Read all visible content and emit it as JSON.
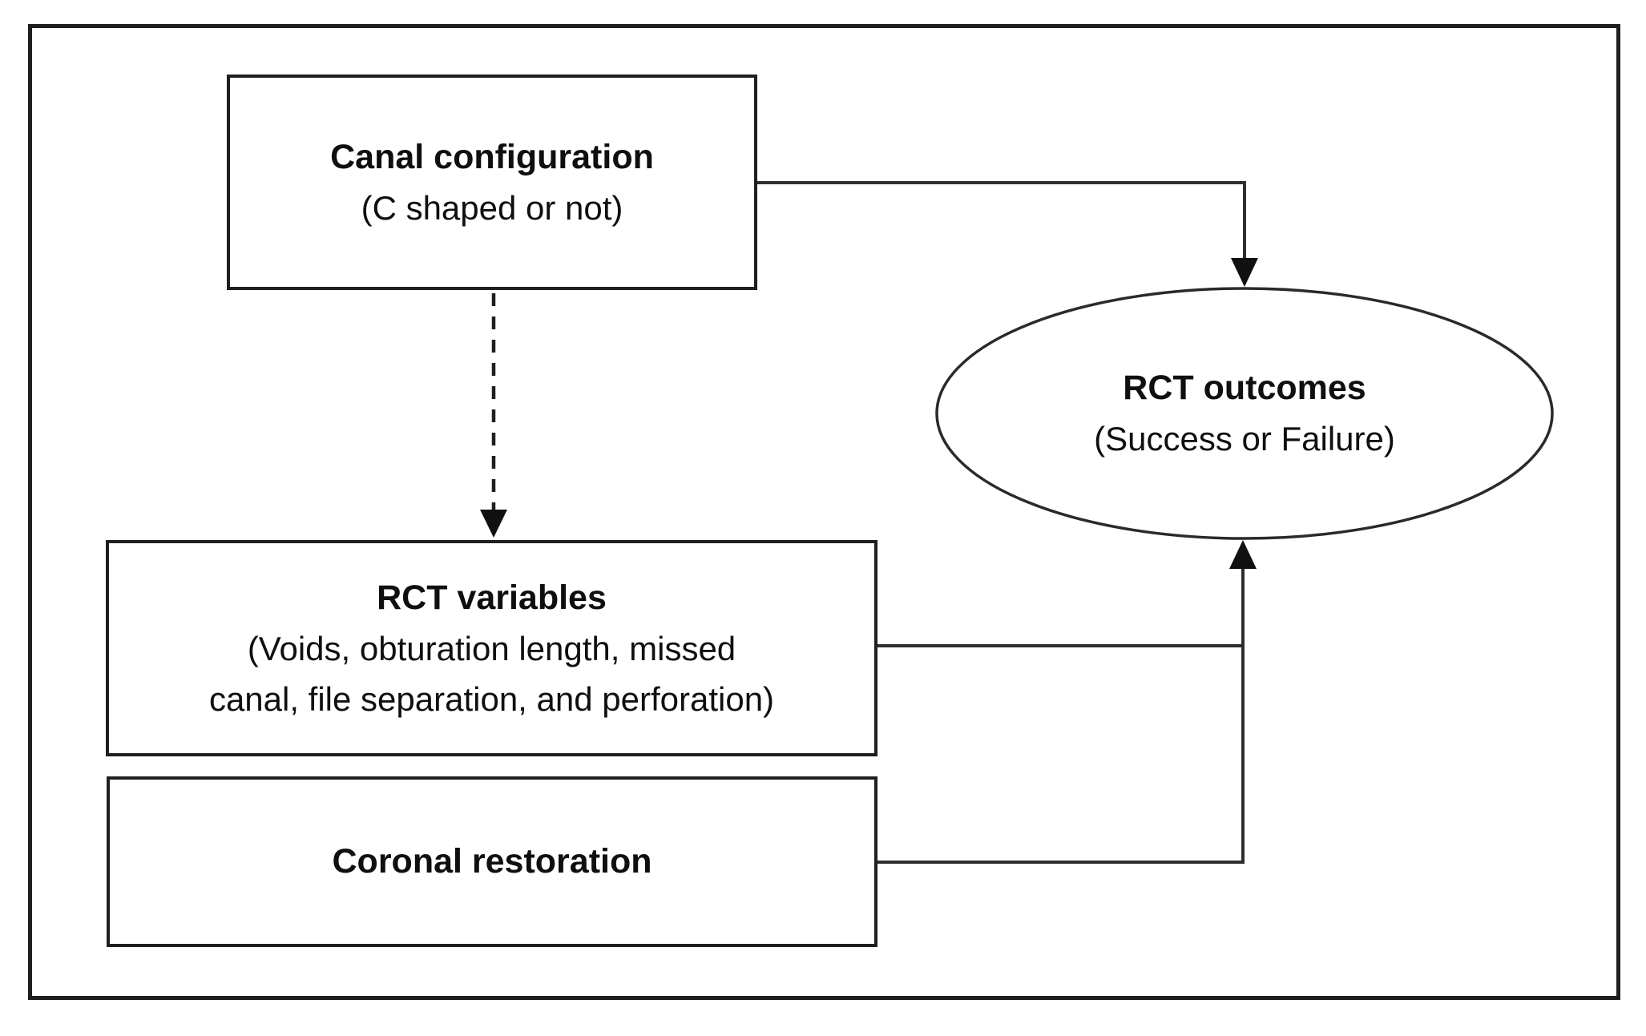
{
  "diagram": {
    "description": "Conceptual diagram of factors related to root canal treatment outcomes",
    "colors": {
      "stroke": "#1f1f1f",
      "connector": "#2e2e2e",
      "background": "#ffffff",
      "text": "#0f0f0f"
    },
    "nodes": {
      "canal_configuration": {
        "shape": "rectangle",
        "title": "Canal configuration",
        "subtitle_lines": [
          "(C shaped or not)"
        ]
      },
      "rct_variables": {
        "shape": "rectangle",
        "title": "RCT variables",
        "subtitle_lines": [
          "(Voids, obturation length, missed",
          "canal, file separation, and perforation)"
        ]
      },
      "coronal_restoration": {
        "shape": "rectangle",
        "title": "Coronal restoration",
        "subtitle_lines": []
      },
      "rct_outcomes": {
        "shape": "ellipse",
        "title": "RCT outcomes",
        "subtitle_lines": [
          "(Success or Failure)"
        ]
      }
    },
    "edges": [
      {
        "from": "canal_configuration",
        "to": "rct_outcomes",
        "style": "solid",
        "arrowhead": "filled-triangle"
      },
      {
        "from": "canal_configuration",
        "to": "rct_variables",
        "style": "dashed",
        "arrowhead": "filled-triangle"
      },
      {
        "from": "rct_variables",
        "to": "rct_outcomes",
        "style": "solid",
        "arrowhead": "filled-triangle"
      },
      {
        "from": "coronal_restoration",
        "to": "rct_outcomes",
        "style": "solid",
        "arrowhead": "filled-triangle"
      }
    ]
  }
}
